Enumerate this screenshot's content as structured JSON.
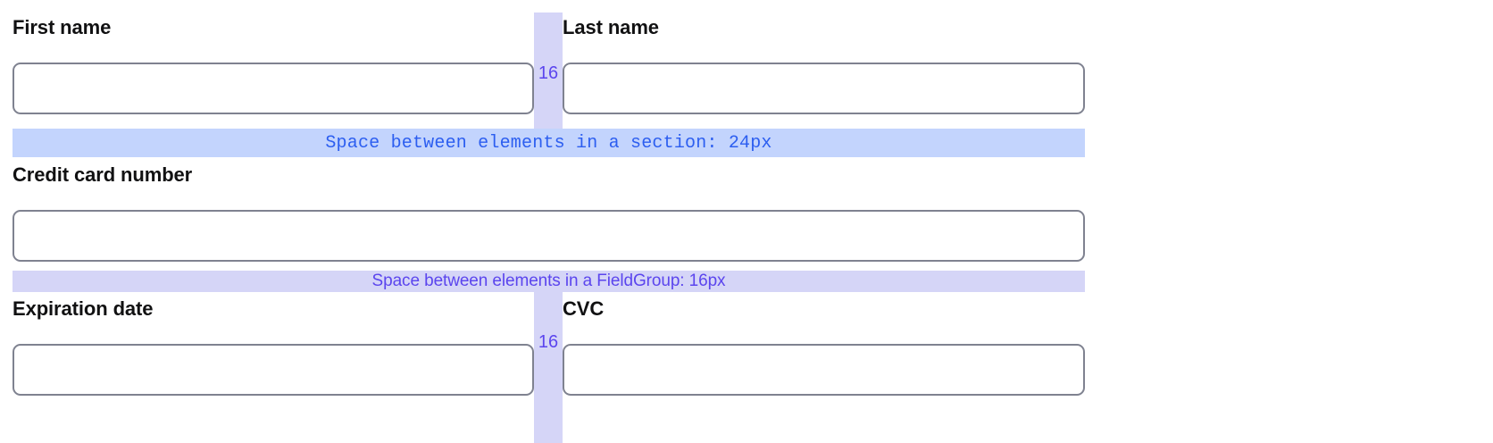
{
  "form": {
    "fields": [
      {
        "name": "first-name",
        "label": "First name",
        "value": "",
        "placeholder": ""
      },
      {
        "name": "last-name",
        "label": "Last name",
        "value": "",
        "placeholder": ""
      },
      {
        "name": "credit-card-number",
        "label": "Credit card number",
        "value": "",
        "placeholder": ""
      },
      {
        "name": "expiration-date",
        "label": "Expiration date",
        "value": "",
        "placeholder": ""
      },
      {
        "name": "cvc",
        "label": "CVC",
        "value": "",
        "placeholder": ""
      }
    ]
  },
  "annotations": {
    "section_spacing": {
      "text": "Space between elements in a section: 24px",
      "value": "24px",
      "bar_color": "#c3d4fd",
      "text_color": "#2c5ef0"
    },
    "fieldgroup_spacing": {
      "text": "Space between elements in a FieldGroup: 16px",
      "value": "16px",
      "bar_color": "#d5d5f7",
      "text_color": "#5b45ee"
    },
    "gutter_top": {
      "value": "16",
      "bar_color": "#d5d5f7",
      "text_color": "#5b45ee"
    },
    "gutter_bottom": {
      "value": "16",
      "bar_color": "#d5d5f7",
      "text_color": "#5b45ee"
    }
  },
  "theme": {
    "input_border": "#7f8290",
    "label_color": "#111112",
    "background": "#ffffff"
  }
}
